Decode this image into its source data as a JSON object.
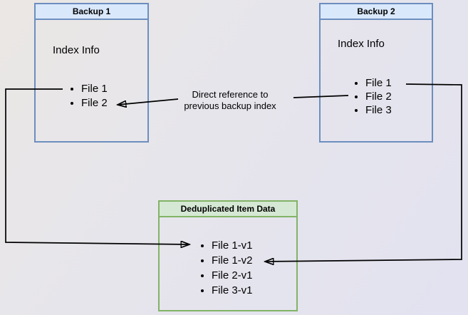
{
  "backup1": {
    "title": "Backup 1",
    "body_label": "Index Info",
    "items": [
      "File 1",
      "File 2"
    ]
  },
  "backup2": {
    "title": "Backup 2",
    "body_label": "Index Info",
    "items": [
      "File 1",
      "File 2",
      "File 3"
    ]
  },
  "dedup": {
    "title": "Deduplicated Item Data",
    "items": [
      "File 1-v1",
      "File 1-v2",
      "File 2-v1",
      "File 3-v1"
    ]
  },
  "edge_label": {
    "line1": "Direct reference to",
    "line2": "previous backup index"
  },
  "colors": {
    "blue_header_fill": "#dae8fc",
    "blue_border": "#6c8ebf",
    "green_header_fill": "#d5e8d4",
    "green_border": "#82b366",
    "connector": "#000000",
    "background_topleft": "#eae7e4",
    "background_bottomright": "#e2e2f0"
  }
}
